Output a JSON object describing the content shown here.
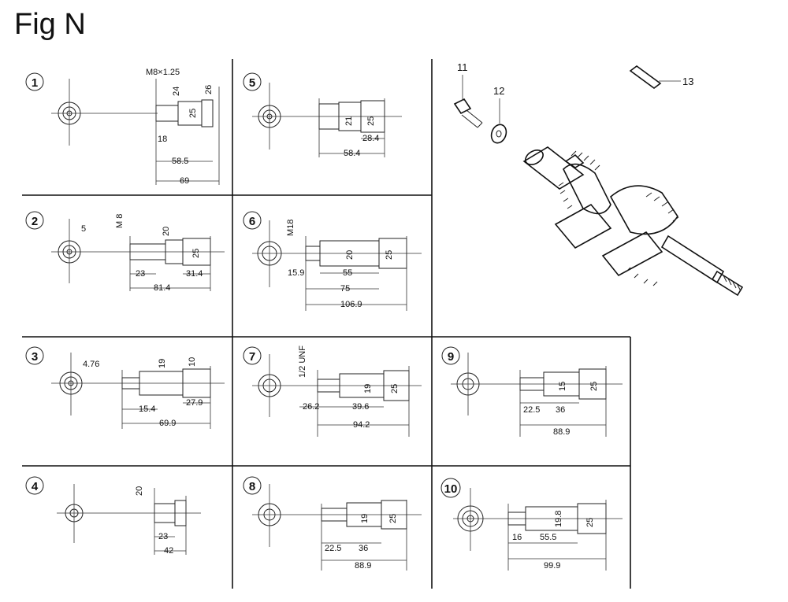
{
  "title": "Fig N",
  "colors": {
    "ink": "#111111",
    "paper": "#ffffff"
  },
  "panels": [
    {
      "id": "1",
      "dims": [
        "M8×1.25",
        "24",
        "26",
        "25",
        "18",
        "58.5",
        "69"
      ]
    },
    {
      "id": "2",
      "dims": [
        "5",
        "M 8",
        "20",
        "25",
        "23",
        "31.4",
        "81.4"
      ]
    },
    {
      "id": "3",
      "dims": [
        "4.76",
        "19",
        "10",
        "15.4",
        "27.9",
        "69.9"
      ]
    },
    {
      "id": "4",
      "dims": [
        "20",
        "23",
        "42"
      ]
    },
    {
      "id": "5",
      "dims": [
        "21",
        "25",
        "28.4",
        "58.4"
      ]
    },
    {
      "id": "6",
      "dims": [
        "M18",
        "20",
        "25",
        "15.9",
        "55",
        "75",
        "106.9"
      ]
    },
    {
      "id": "7",
      "dims": [
        "1/2 UNF",
        "19",
        "25",
        "26.2",
        "39.6",
        "94.2"
      ]
    },
    {
      "id": "8",
      "dims": [
        "19",
        "25",
        "22.5",
        "36",
        "88.9"
      ]
    },
    {
      "id": "9",
      "dims": [
        "15",
        "25",
        "22.5",
        "36",
        "88.9"
      ]
    },
    {
      "id": "10",
      "dims": [
        "19.8",
        "25",
        "16",
        "55.5",
        "99.9"
      ]
    }
  ],
  "callouts": [
    "11",
    "12",
    "13"
  ]
}
